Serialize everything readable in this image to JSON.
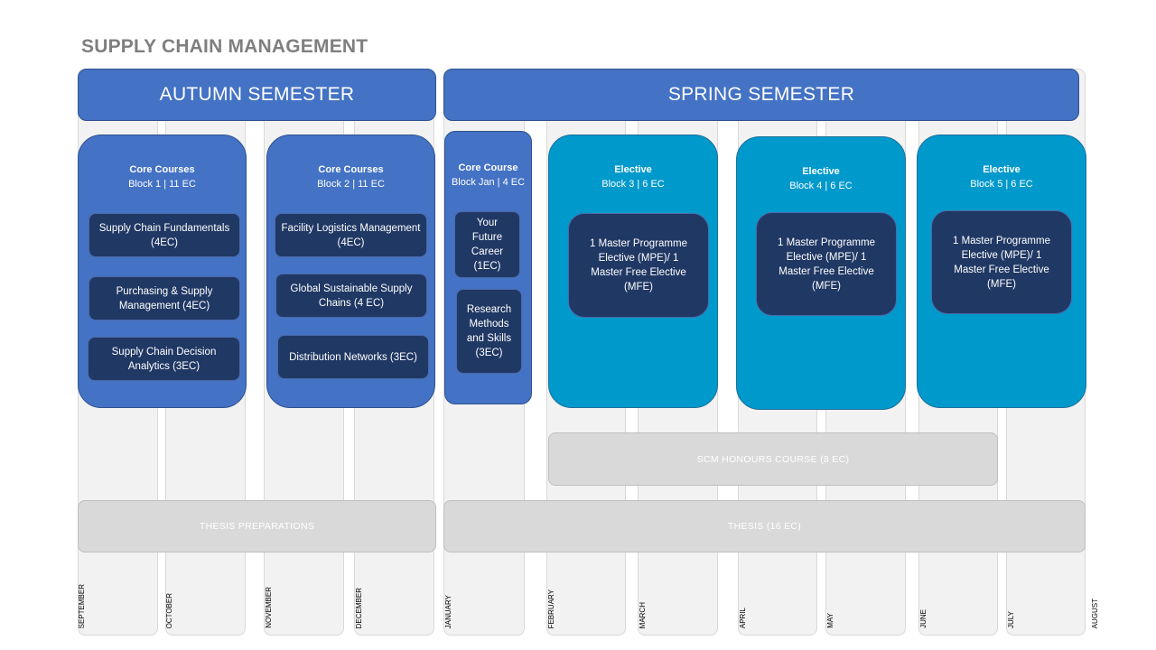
{
  "title": "SUPPLY CHAIN MANAGEMENT",
  "semesters": {
    "autumn": "AUTUMN SEMESTER",
    "spring": "SPRING SEMESTER"
  },
  "months": [
    "SEPTEMBER",
    "OCTOBER",
    "NOVEMBER",
    "DECEMBER",
    "JANUARY",
    "FEBRUARY",
    "MARCH",
    "APRIL",
    "MAY",
    "JUNE",
    "JULY",
    "AUGUST"
  ],
  "blocks": {
    "block1": {
      "heading": "Core Courses",
      "sub": "Block 1 | 11 EC",
      "courses": [
        "Supply Chain Fundamentals (4EC)",
        "Purchasing & Supply Management  (4EC)",
        "Supply Chain Decision Analytics (3EC)"
      ]
    },
    "block2": {
      "heading": "Core Courses",
      "sub": "Block 2 | 11 EC",
      "courses": [
        "Facility Logistics Management  (4EC)",
        "Global Sustainable Supply Chains (4 EC)",
        "Distribution Networks (3EC)"
      ]
    },
    "blockjan": {
      "heading": "Core Course",
      "sub": "Block Jan | 4 EC",
      "courses": [
        "Your Future Career (1EC)",
        "Research Methods and Skills (3EC)"
      ]
    },
    "block3": {
      "heading": "Elective",
      "sub": "Block 3 | 6 EC",
      "course": "1 Master Programme Elective (MPE)/ 1 Master Free Elective (MFE)"
    },
    "block4": {
      "heading": "Elective",
      "sub": "Block 4 | 6 EC",
      "course": "1 Master Programme Elective (MPE)/ 1 Master Free Elective (MFE)"
    },
    "block5": {
      "heading": "Elective",
      "sub": "Block 5 | 6 EC",
      "course": "1 Master Programme Elective (MPE)/ 1 Master Free Elective (MFE)"
    }
  },
  "bars": {
    "honours": "SCM HONOURS COURSE (8 EC)",
    "thesis_prep": "THESIS PREPARATIONS",
    "thesis": "THESIS (16 EC)"
  },
  "colors": {
    "semester": "#4472c4",
    "core_block": "#4472c4",
    "elective_block": "#0099cc",
    "course_box": "#203864",
    "grey_bar": "#d9d9d9",
    "title": "#7f7f7f"
  }
}
